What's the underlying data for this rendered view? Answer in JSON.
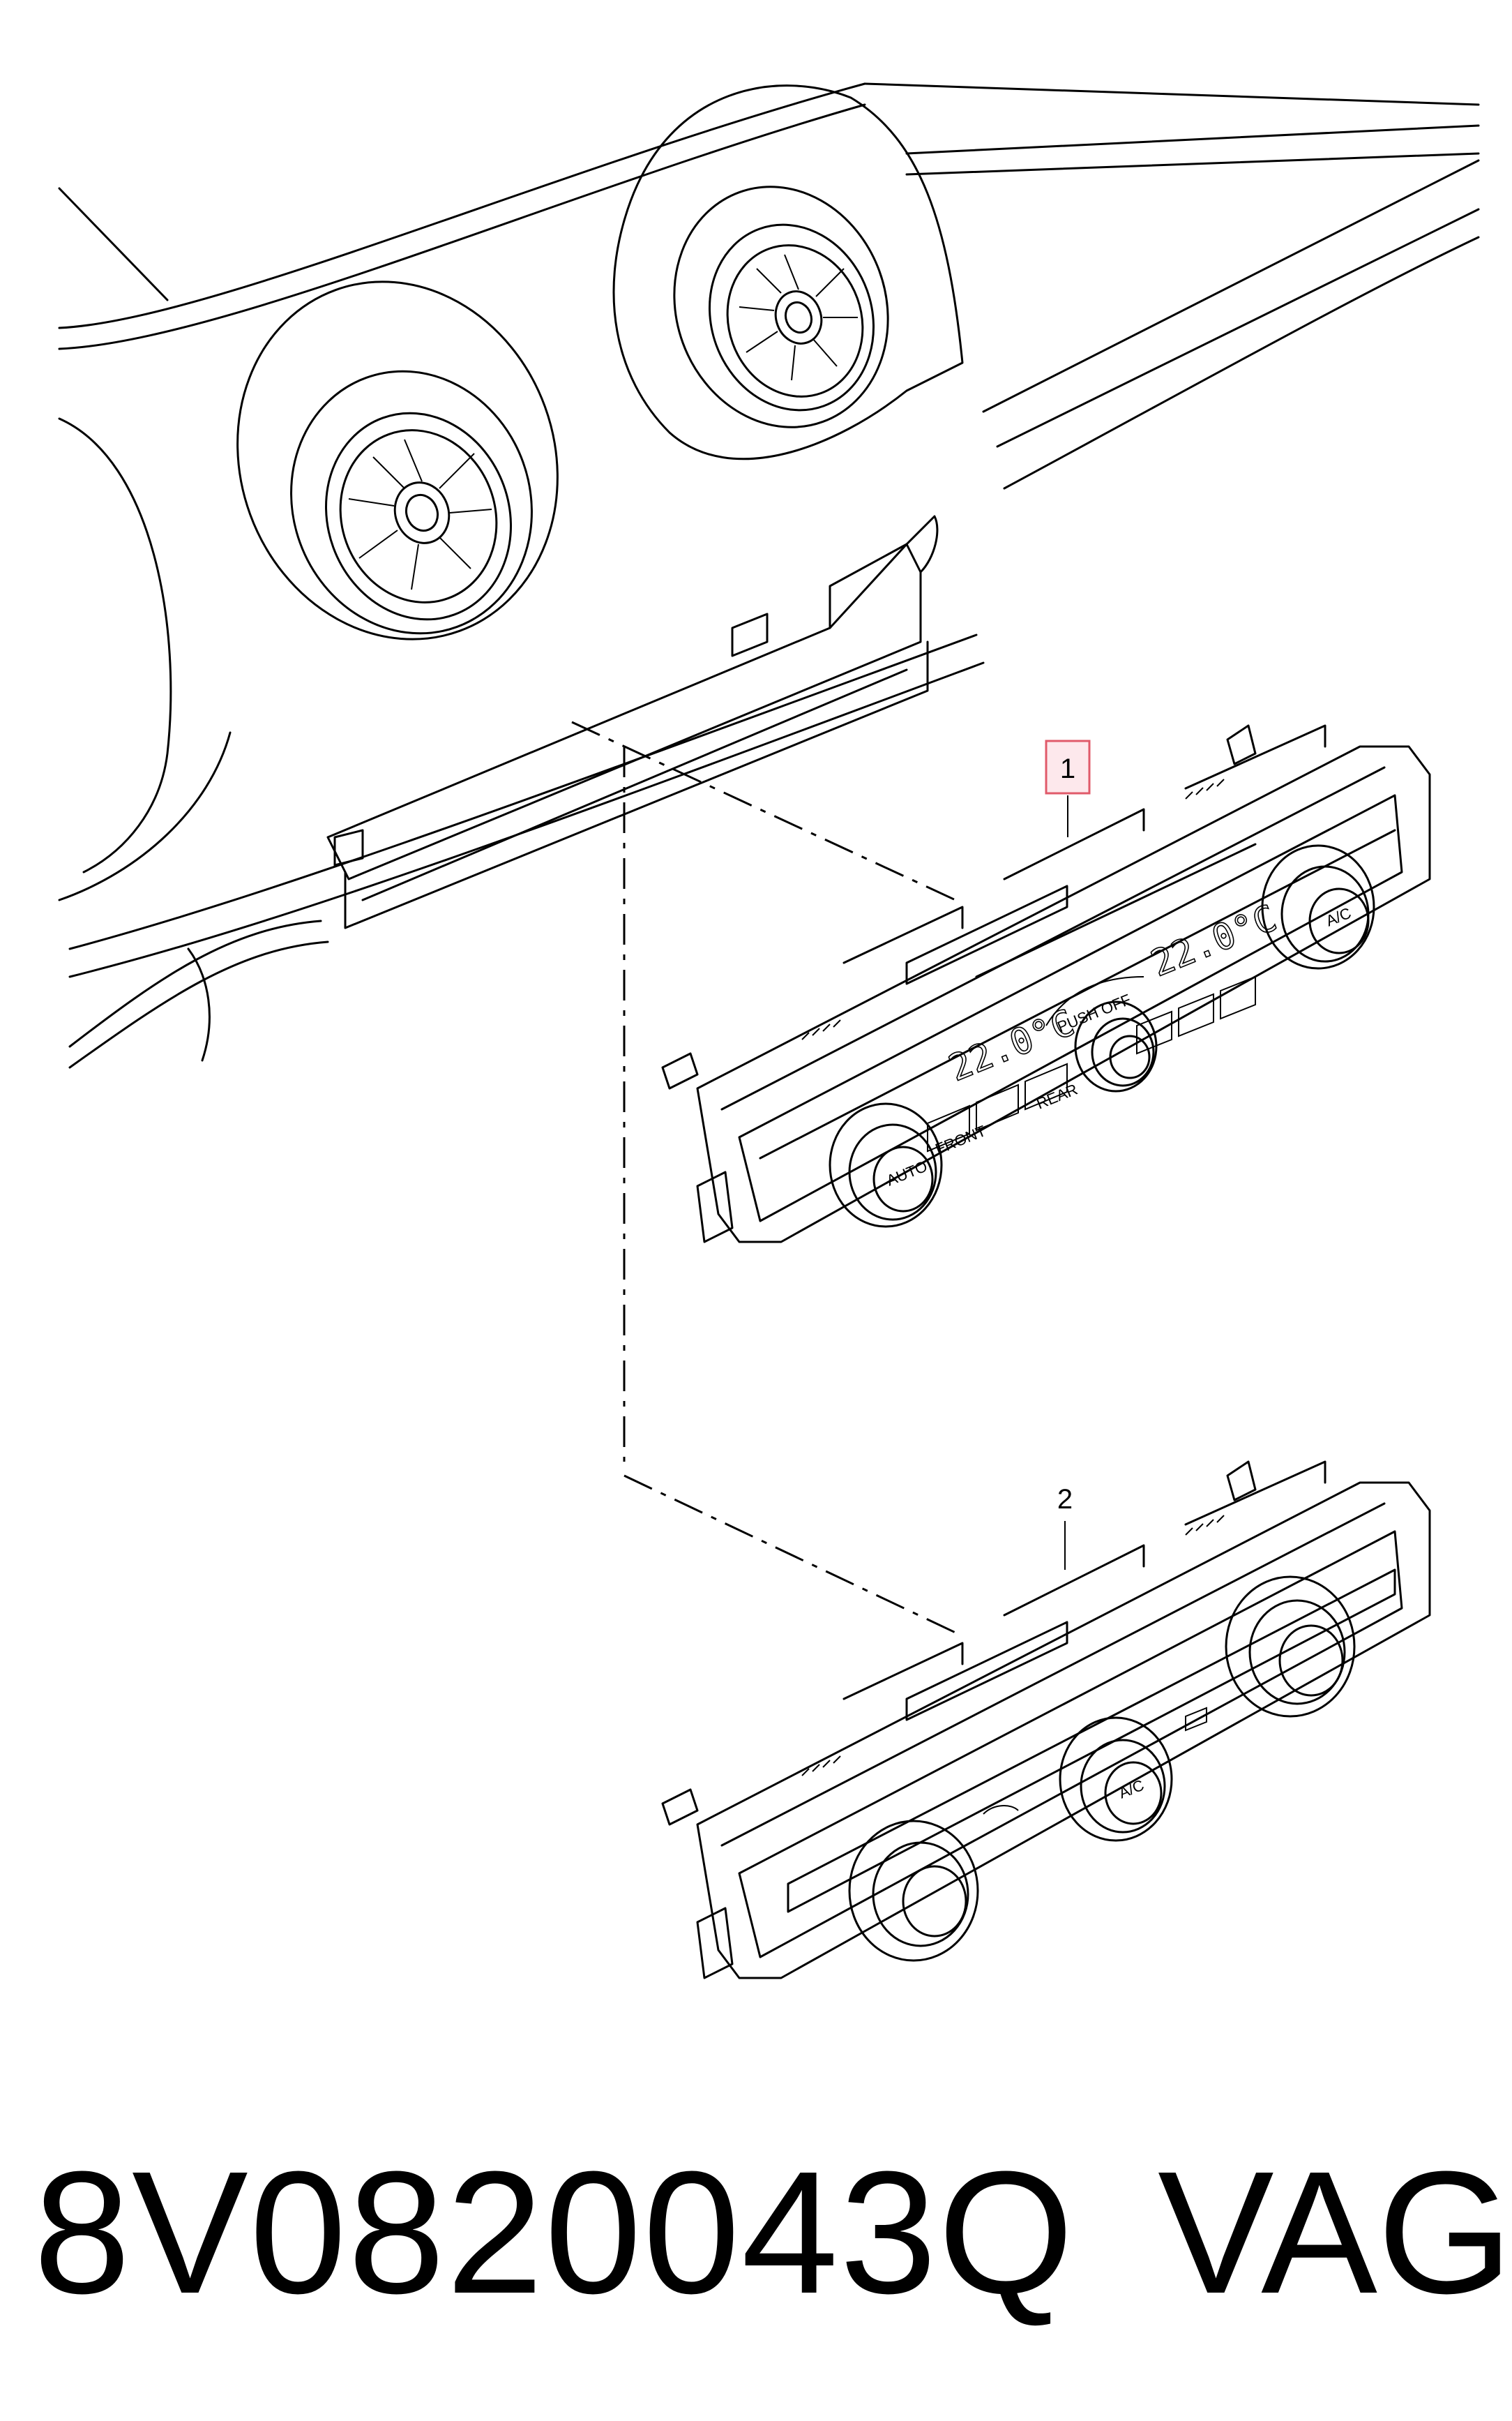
{
  "callouts": {
    "part1": "1",
    "part2": "2"
  },
  "panel1": {
    "left_temp": "22.0°C",
    "right_temp": "22.0°C",
    "fan_label": "PUSH OFF",
    "auto_label": "AUTO",
    "ac_label": "A/C",
    "front_label": "FRONT",
    "rear_label": "REAR"
  },
  "panel2": {
    "ac_label": "A/C"
  },
  "footer": {
    "part_number": "8V0820043Q",
    "brand": "VAG"
  },
  "colors": {
    "line": "#000000",
    "callout_highlight": "#e05a6a",
    "callout_fill": "#fde8ec"
  }
}
